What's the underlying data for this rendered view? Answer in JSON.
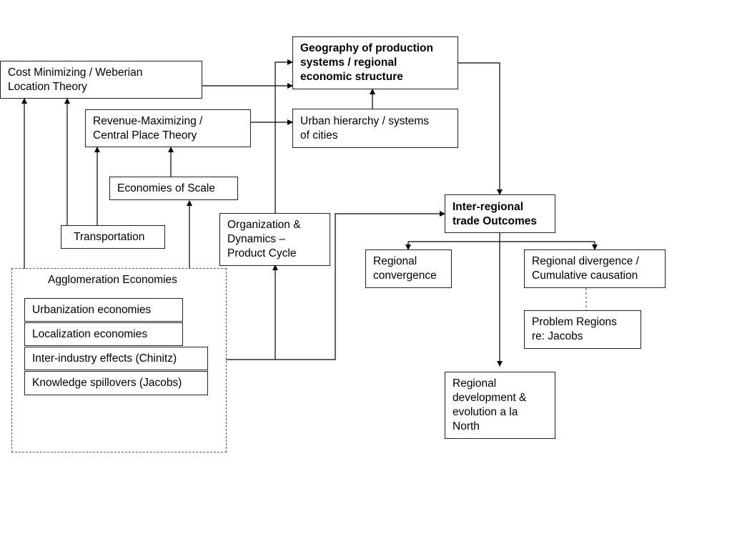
{
  "nodes": {
    "cost_min": "Cost Minimizing / Weberian\nLocation Theory",
    "geography": "Geography of production\nsystems / regional\neconomic structure",
    "revenue_max": "Revenue-Maximizing /\nCentral Place Theory",
    "urban_hierarchy": "Urban hierarchy / systems\nof cities",
    "economies_scale": "Economies of Scale",
    "organization": "Organization &\nDynamics –\nProduct Cycle",
    "transportation": "Transportation",
    "inter_regional": "Inter-regional\ntrade Outcomes",
    "regional_convergence": "Regional\nconvergence",
    "regional_divergence": "Regional divergence  /\nCumulative causation",
    "problem_regions": "Problem Regions\nre: Jacobs",
    "regional_development": "Regional\ndevelopment &\nevolution a la\nNorth"
  },
  "agglomeration": {
    "title": "Agglomeration Economies",
    "items": [
      "Urbanization economies",
      "Localization economies",
      "Inter-industry effects (Chinitz)",
      "Knowledge spillovers (Jacobs)"
    ]
  }
}
